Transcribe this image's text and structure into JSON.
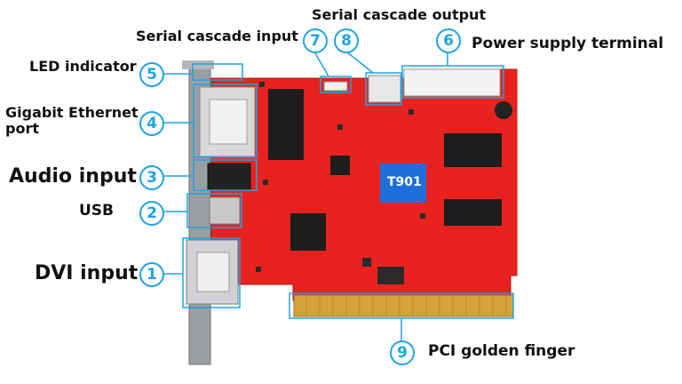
{
  "labels": {
    "serial_output": "Serial cascade output",
    "serial_input": "Serial cascade input",
    "power": "Power supply terminal",
    "led": "LED indicator",
    "gigabit": "Gigabit Ethernet port",
    "audio": "Audio input",
    "usb": "USB",
    "dvi": "DVI input",
    "pci": "PCI golden finger"
  },
  "numbers": {
    "n1": "1",
    "n2": "2",
    "n3": "3",
    "n4": "4",
    "n5": "5",
    "n6": "6",
    "n7": "7",
    "n8": "8",
    "n9": "9"
  },
  "board": {
    "chip_label": "T901"
  },
  "colors": {
    "board": "#e8231f",
    "callout": "#1fa3e0",
    "gold": "#d4a23a",
    "chip": "#1e6fd9"
  }
}
